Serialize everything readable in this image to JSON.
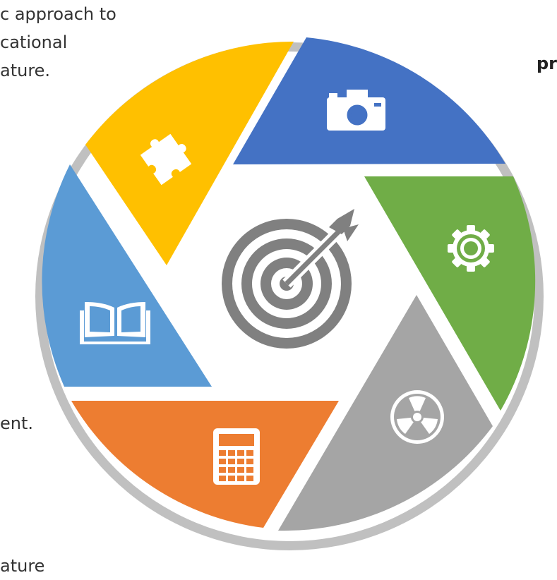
{
  "left_text": {
    "line1": "c approach to",
    "line2": "cational",
    "line3": "ature.",
    "line4": "ent.",
    "line5": "ature"
  },
  "right_text": {
    "fragment": "pr"
  },
  "center": {
    "icon": "target-arrow-icon"
  },
  "segments": [
    {
      "name": "camera",
      "icon": "camera-icon",
      "color": "#4472C4"
    },
    {
      "name": "settings",
      "icon": "gear-icon",
      "color": "#70AD47"
    },
    {
      "name": "radiation",
      "icon": "radiation-icon",
      "color": "#A5A5A5"
    },
    {
      "name": "calculator",
      "icon": "calculator-icon",
      "color": "#ED7D31"
    },
    {
      "name": "book",
      "icon": "book-icon",
      "color": "#5B9BD5"
    },
    {
      "name": "puzzle",
      "icon": "puzzle-icon",
      "color": "#FFC000"
    }
  ],
  "ring_color": "#C0C0C0",
  "icon_color": "#FFFFFF",
  "target_color": "#808080"
}
